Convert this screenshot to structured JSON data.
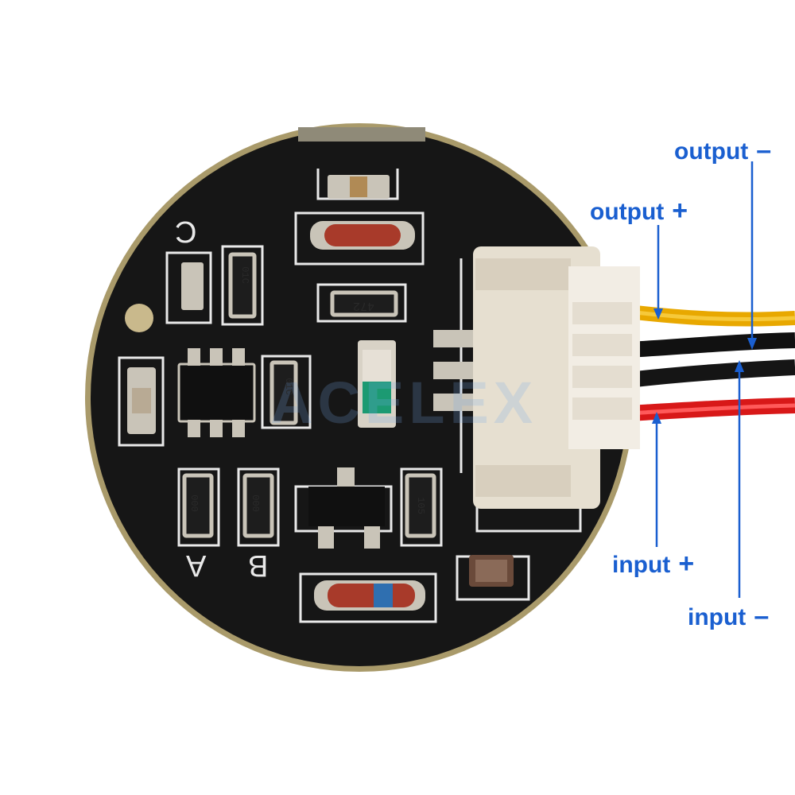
{
  "labels": {
    "output_minus": "output",
    "output_minus_sign": "–",
    "output_plus": "output",
    "output_plus_sign": "+",
    "input_plus": "input",
    "input_plus_sign": "+",
    "input_minus": "input",
    "input_minus_sign": "–"
  },
  "silkscreen": {
    "c": "C",
    "a": "A",
    "b": "B"
  },
  "component_codes": {
    "r_472": "472",
    "r_01c_1": "01C",
    "r_01c_2": "01C",
    "r_000_a": "000",
    "r_000_b": "000",
    "r_105": "105"
  },
  "watermark": "ACELEX",
  "colors": {
    "callout_text": "#1a5fd0",
    "callout_line": "#1a5fd0",
    "pcb": "#161616",
    "silk": "#e9e9e9",
    "wire_yellow": "#e8a800",
    "wire_black": "#111111",
    "wire_red": "#d81818",
    "connector": "#eee8dc"
  }
}
